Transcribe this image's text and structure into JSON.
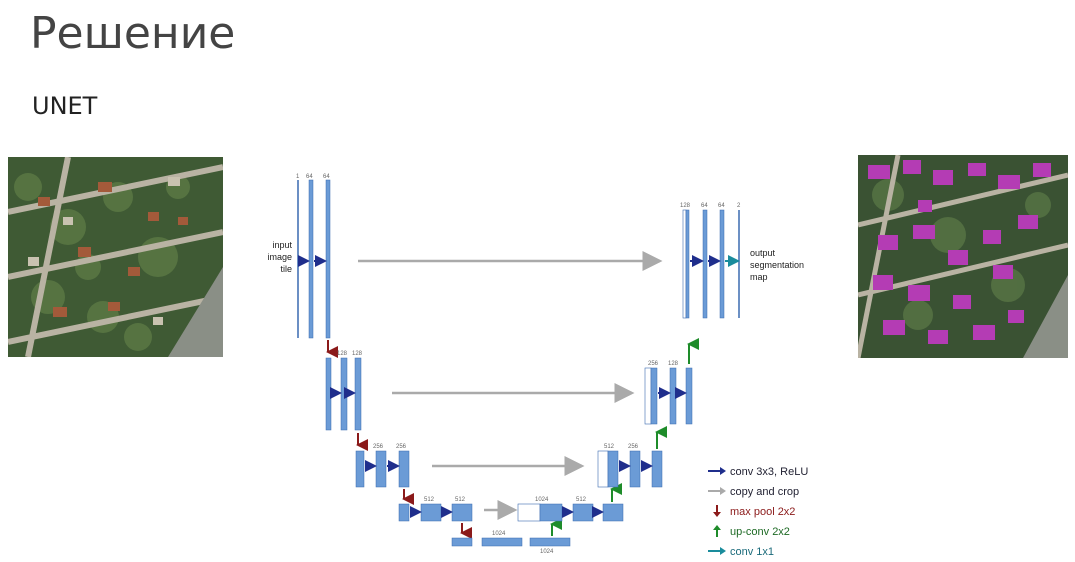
{
  "slide": {
    "title": "Решение",
    "subtitle": "UNET"
  },
  "diagram": {
    "input_label": [
      "input",
      "image",
      "tile"
    ],
    "output_label": [
      "output",
      "segmentation",
      "map"
    ],
    "level1_channels": [
      "1",
      "64",
      "64"
    ],
    "level2_channels": [
      "128",
      "128"
    ],
    "level3_channels": [
      "256",
      "256"
    ],
    "level4_channels": [
      "512",
      "512"
    ],
    "bottom_channels": [
      "1024",
      "1024"
    ],
    "up4_channels": [
      "1024",
      "512"
    ],
    "up3_channels": [
      "512",
      "256"
    ],
    "up2_channels": [
      "256",
      "128"
    ],
    "up1_channels": [
      "128",
      "64",
      "64",
      "2"
    ]
  },
  "legend": {
    "items": [
      {
        "label": "conv 3x3, ReLU",
        "color": "#1f2e8c",
        "icon": "arrow-right-icon"
      },
      {
        "label": "copy and crop",
        "color": "#aaaaaa",
        "icon": "arrow-right-icon"
      },
      {
        "label": "max pool 2x2",
        "color": "#8b1a1a",
        "icon": "arrow-down-icon"
      },
      {
        "label": "up-conv 2x2",
        "color": "#1e8c2a",
        "icon": "arrow-up-icon"
      },
      {
        "label": "conv 1x1",
        "color": "#1a8c9c",
        "icon": "arrow-right-icon"
      }
    ]
  },
  "colors": {
    "block": "#6b9bd6",
    "block_stroke": "#3a6ab0",
    "segment_overlay": "#b43cb4"
  }
}
